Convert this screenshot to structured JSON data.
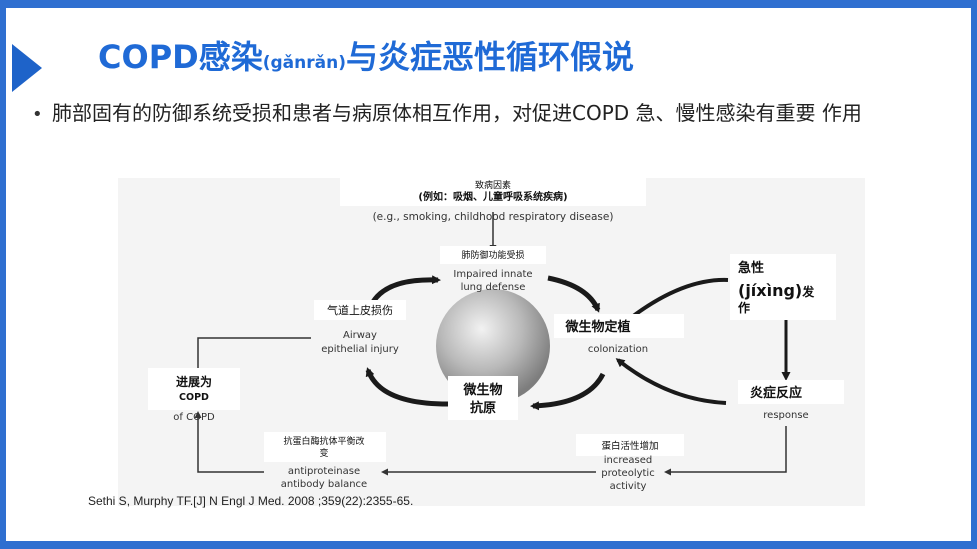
{
  "slide": {
    "title_part1": "COPD感染",
    "title_pinyin": "(gǎnrǎn)",
    "title_part2": "与炎症恶性循环假说",
    "bullet": "肺部固有的防御系统受损和患者与病原体相互作用，对促进COPD 急、慢性感染有重要 作用",
    "citation": "Sethi S, Murphy TF.[J] N Engl J Med. 2008 ;359(22):2355-65."
  },
  "colors": {
    "accent": "#1f6ad6",
    "frame": "#2f6fd0"
  },
  "diagram": {
    "nodes": {
      "cause_cn_line1": "致病因素",
      "cause_cn_line2": "(例如：吸烟、儿童呼吸系统疾病)",
      "cause_en": "(e.g., smoking, childhood respiratory disease)",
      "defense_cn": "肺防御功能受损",
      "defense_en_line1": "Impaired innate",
      "defense_en_line2": "lung defense",
      "airway_cn": "气道上皮损伤",
      "airway_en_line1": "Airway",
      "airway_en_line2": "epithelial injury",
      "colonization_cn": "微生物定植",
      "colonization_en": "colonization",
      "antigen_cn_line1": "微生物",
      "antigen_cn_line2": "抗原",
      "copd_cn_line1": "进展为",
      "copd_cn_line2": "COPD",
      "copd_en": "of COPD",
      "acute_cn_line1": "急性",
      "acute_cn_line2": "(jíxìng)",
      "acute_cn_line2b": "发",
      "acute_cn_line3": "作",
      "inflammatory_cn": "炎症反应",
      "inflammatory_en": "response",
      "antiprotease_cn_line1": "抗蛋白酶抗体平衡改",
      "antiprotease_cn_line2": "变",
      "antiprotease_en_line1": "antiproteinase",
      "antiprotease_en_line2": "antibody balance",
      "proteolytic_cn": "蛋白活性增加",
      "proteolytic_en_line1": "increased",
      "proteolytic_en_line2": "proteolytic",
      "proteolytic_en_line3": "activity"
    }
  }
}
